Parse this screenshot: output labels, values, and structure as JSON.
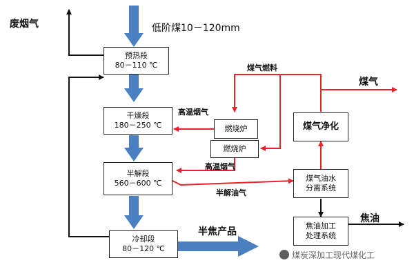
{
  "labels": {
    "waste_gas": "废烟气",
    "feed": "低阶煤10－120mm",
    "gas_fuel": "煤气燃料",
    "gas_out": "煤气",
    "hot_flue_gas_1": "高温烟气",
    "hot_flue_gas_2": "高温烟气",
    "semi_oil_gas": "半解油气",
    "product": "半焦产品",
    "tar": "焦油"
  },
  "boxes": {
    "preheat": {
      "line1": "预热段",
      "line2": "80－110 ℃"
    },
    "dry": {
      "line1": "干燥段",
      "line2": "180－250 ℃"
    },
    "pyro": {
      "line1": "半解段",
      "line2": "560－600 ℃"
    },
    "cool": {
      "line1": "冷却段",
      "line2": "80－120 ℃"
    },
    "burner1": {
      "line1": "燃烧炉"
    },
    "burner2": {
      "line1": "燃烧炉"
    },
    "purify": {
      "line1": "煤气净化"
    },
    "separate": {
      "line1": "煤气油水",
      "line2": "分离系统"
    },
    "tarproc": {
      "line1": "焦油加工",
      "line2": "处理系统"
    }
  },
  "watermark": "煤炭深加工现代煤化工",
  "colors": {
    "red": "#e8242a",
    "blue": "#4a7fc1",
    "black": "#111111"
  }
}
